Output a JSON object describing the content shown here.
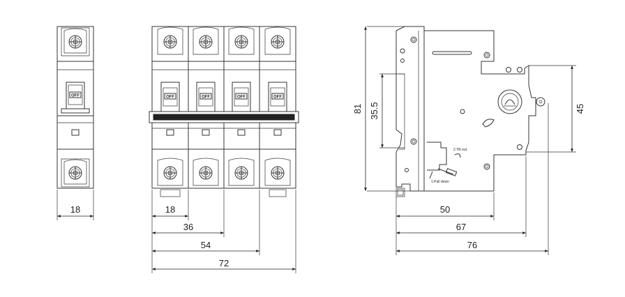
{
  "diagram": {
    "labels": {
      "off": "OFF",
      "trip_out": "2.Tilt out",
      "pull_down": "1.Pull down"
    },
    "dimensions": {
      "front_1p_width": "18",
      "front_4p_pole": "18",
      "front_4p_2": "36",
      "front_4p_3": "54",
      "front_4p_4": "72",
      "side_height": "81",
      "side_inner_height": "35.5",
      "side_rail_height": "45",
      "side_depth_1": "50",
      "side_depth_2": "67",
      "side_depth_3": "76"
    }
  }
}
